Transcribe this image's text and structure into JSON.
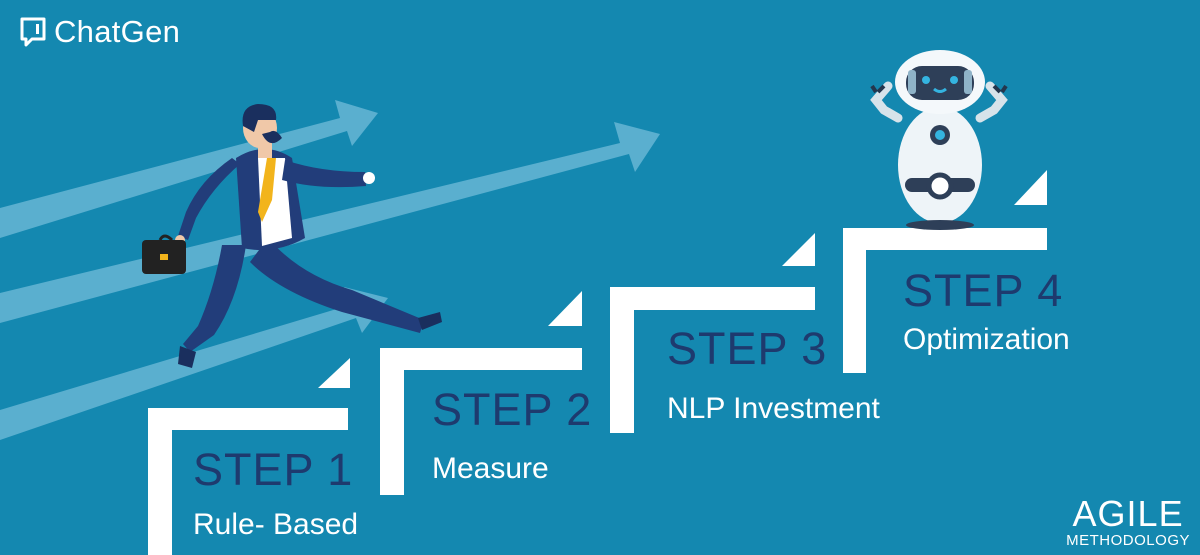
{
  "brand": {
    "name": "ChatGen",
    "icon": "chat-bubble-icon"
  },
  "steps": [
    {
      "title": "STEP 1",
      "label": "Rule- Based"
    },
    {
      "title": "STEP 2",
      "label": "Measure"
    },
    {
      "title": "STEP 3",
      "label": "NLP Investment"
    },
    {
      "title": "STEP 4",
      "label": "Optimization"
    }
  ],
  "footer_logo": {
    "main": "AGILE",
    "sub": "METHODOLOGY"
  },
  "colors": {
    "background": "#1488b0",
    "step_title": "#1e3a6e",
    "stairs": "#ffffff",
    "arrows": "#58b0cf",
    "suit": "#223d7a",
    "tie": "#f2b41c"
  }
}
